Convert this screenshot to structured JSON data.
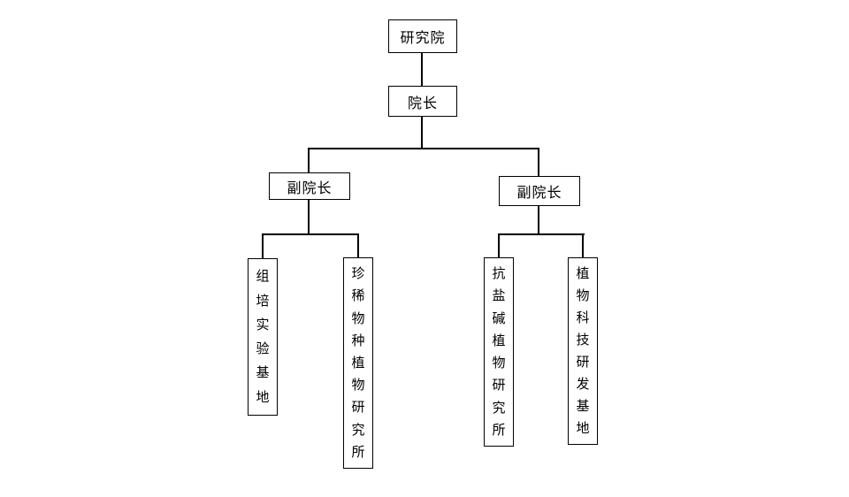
{
  "diagram": {
    "type": "org-chart",
    "background_color": "#ffffff",
    "line_color": "#000000",
    "box_border_color": "#000000",
    "nodes": {
      "research_institute": {
        "label": "研究院",
        "orientation": "horizontal",
        "level": 1
      },
      "president": {
        "label": "院长",
        "orientation": "horizontal",
        "level": 2
      },
      "vice_president_left": {
        "label": "副院长",
        "orientation": "horizontal",
        "level": 3
      },
      "vice_president_right": {
        "label": "副院长",
        "orientation": "horizontal",
        "level": 3
      },
      "tissue_culture_base": {
        "label": "组培实验基地",
        "orientation": "vertical",
        "level": 4
      },
      "rare_species_institute": {
        "label": "珍稀物种植物研究所",
        "orientation": "vertical",
        "level": 4
      },
      "salt_alkali_institute": {
        "label": "抗盐碱植物研究所",
        "orientation": "vertical",
        "level": 4
      },
      "plant_tech_base": {
        "label": "植物科技研发基地",
        "orientation": "vertical",
        "level": 4
      }
    },
    "edges": [
      {
        "from": "research_institute",
        "to": "president"
      },
      {
        "from": "president",
        "to": "vice_president_left"
      },
      {
        "from": "president",
        "to": "vice_president_right"
      },
      {
        "from": "vice_president_left",
        "to": "tissue_culture_base"
      },
      {
        "from": "vice_president_left",
        "to": "rare_species_institute"
      },
      {
        "from": "vice_president_right",
        "to": "salt_alkali_institute"
      },
      {
        "from": "vice_president_right",
        "to": "plant_tech_base"
      }
    ]
  }
}
